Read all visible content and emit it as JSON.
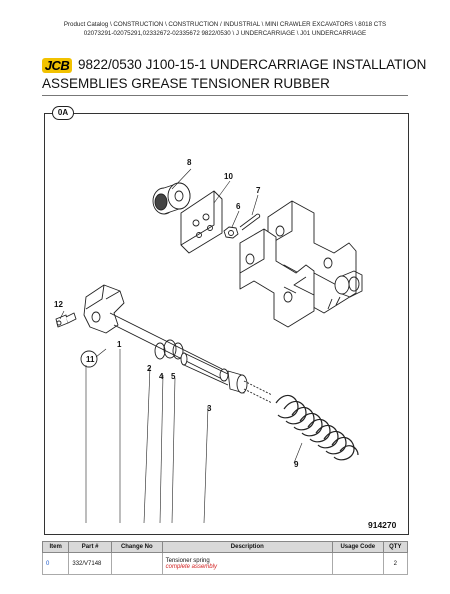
{
  "breadcrumb": {
    "line1": "Product Catalog  \\  CONSTRUCTION  \\  CONSTRUCTION / INDUSTRIAL  \\  MINI CRAWLER EXCAVATORS  \\  8018 CTS",
    "line2": "02073291-02075291,02332672-02335672 9822/0530  \\  J UNDERCARRIAGE  \\  J01 UNDERCARRIAGE"
  },
  "header": {
    "logo": "JCB",
    "title_line1": "9822/0530 J100-15-1 UNDERCARRIAGE INSTALLATION",
    "title_line2": "ASSEMBLIES GREASE TENSIONER RUBBER"
  },
  "figure": {
    "tag": "0A",
    "number": "914270",
    "callouts": [
      "8",
      "10",
      "7",
      "6",
      "12",
      "11",
      "1",
      "2",
      "4",
      "5",
      "3",
      "9"
    ]
  },
  "parts_table": {
    "columns": [
      "Item",
      "Part #",
      "Change No",
      "Description",
      "Usage Code",
      "QTY"
    ],
    "rows": [
      {
        "item": "0",
        "part": "332/V7148",
        "change": "",
        "description": "Tensioner spring",
        "note": "complete assembly",
        "usage": "",
        "qty": "2"
      }
    ]
  },
  "colors": {
    "link": "#1a56c8",
    "note": "#d21f1f",
    "header_bg": "#d9d9d9",
    "logo_bg": "#f2c200"
  }
}
